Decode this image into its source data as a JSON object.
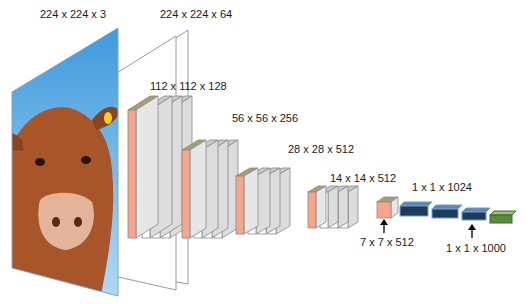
{
  "diagram": {
    "labels": [
      "224 x 224 x 3",
      "224 x 224 x 64",
      "112 x 112 x 128",
      "56 x 56 x 256",
      "28 x 28 x 512",
      "14 x 14 x 512",
      "1 x 1 x 1024",
      "7 x 7 x 512",
      "1 x 1 x 1000"
    ]
  }
}
